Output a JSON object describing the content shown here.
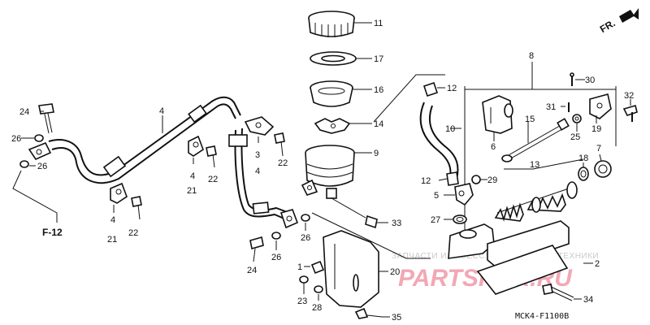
{
  "direction_mark": "FR.",
  "reference": "F-12",
  "diagram_code": "MCK4-F1100B",
  "watermark": {
    "caption": "ЗАПЧАСТИ И АКСЕССУАРЫ ДЛЯ МОТОТЕХНИКИ",
    "brand": "PARTSFOR.RU"
  },
  "callouts": {
    "c1": "1",
    "c2": "2",
    "c3": "3",
    "c4a": "4",
    "c4b": "4",
    "c4c": "4",
    "c4d": "4",
    "c5": "5",
    "c6": "6",
    "c7": "7",
    "c8": "8",
    "c9": "9",
    "c10": "10",
    "c11": "11",
    "c12a": "12",
    "c12b": "12",
    "c13": "13",
    "c14": "14",
    "c15": "15",
    "c16": "16",
    "c17": "17",
    "c18": "18",
    "c19": "19",
    "c20": "20",
    "c21a": "21",
    "c21b": "21",
    "c22a": "22",
    "c22b": "22",
    "c22c": "22",
    "c23": "23",
    "c24a": "24",
    "c24b": "24",
    "c25": "25",
    "c26a": "26",
    "c26b": "26",
    "c26c": "26",
    "c26d": "26",
    "c27": "27",
    "c28": "28",
    "c29": "29",
    "c30": "30",
    "c31": "31",
    "c32": "32",
    "c33": "33",
    "c34": "34",
    "c35": "35"
  }
}
